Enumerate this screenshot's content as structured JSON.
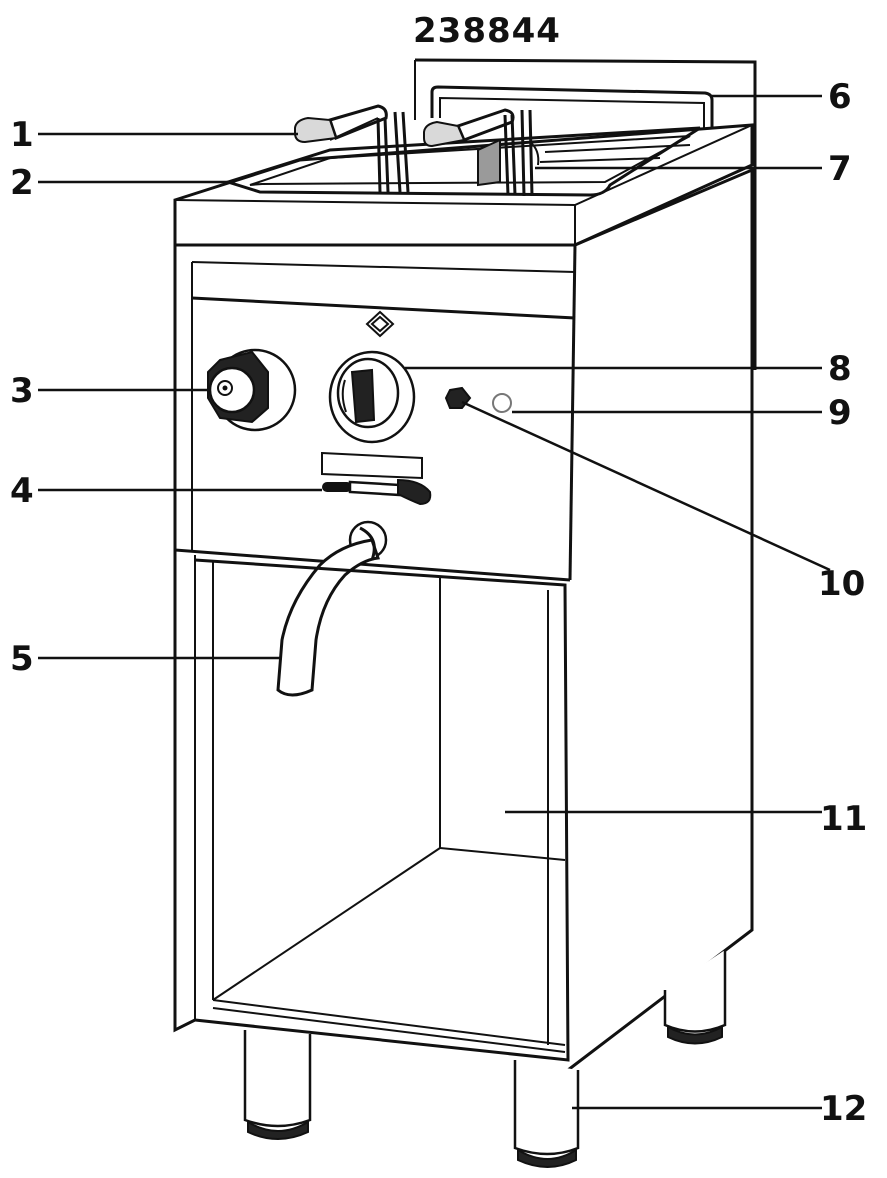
{
  "model_number": "238844",
  "callouts": [
    {
      "id": 1,
      "label": "1"
    },
    {
      "id": 2,
      "label": "2"
    },
    {
      "id": 3,
      "label": "3"
    },
    {
      "id": 4,
      "label": "4"
    },
    {
      "id": 5,
      "label": "5"
    },
    {
      "id": 6,
      "label": "6"
    },
    {
      "id": 7,
      "label": "7"
    },
    {
      "id": 8,
      "label": "8"
    },
    {
      "id": 9,
      "label": "9"
    },
    {
      "id": 10,
      "label": "10"
    },
    {
      "id": 11,
      "label": "11"
    },
    {
      "id": 12,
      "label": "12"
    }
  ]
}
